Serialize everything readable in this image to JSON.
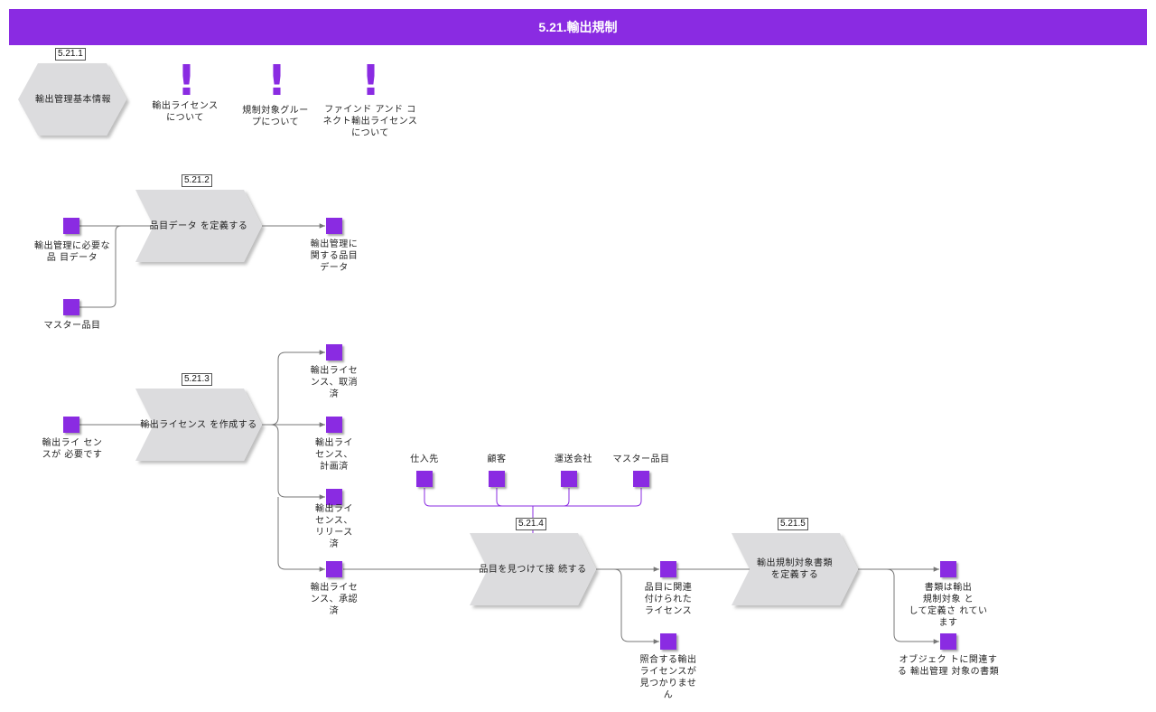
{
  "header": {
    "title": "5.21.輸出規制"
  },
  "tags": {
    "t1": "5.21.1",
    "t2": "5.21.2",
    "t3": "5.21.3",
    "t4": "5.21.4",
    "t5": "5.21.5"
  },
  "hexagon": {
    "label": "輸出管理基本情報"
  },
  "notes": {
    "n1": "輸出ライセンス\nについて",
    "n2": "規制対象グルー\nプについて",
    "n3": "ファインド アンド コ\nネクト輸出ライセンス\nについて"
  },
  "processes": {
    "p2": "品目データ を定義する",
    "p3": "輸出ライセンス を作成する",
    "p4": "品目を見つけて接 続する",
    "p5": "輸出規制対象書類\nを定義する"
  },
  "objects": {
    "o_in_p2_a": "輸出管理に必要な\n品 目データ",
    "o_in_p2_b": "マスター品目",
    "o_out_p2": "輸出管理に\n関する品目\nデータ",
    "o_in_p3": "輸出ライ セン\nスが 必要です",
    "o_out_p3_a": "輸出ライセ\nンス、取消\n済",
    "o_out_p3_b": "輸出ライ\nセンス、\n計画済",
    "o_out_p3_c": "輸出ライ\nセンス、\nリリース\n済",
    "o_out_p3_d": "輸出ライセ\nンス、承認\n済",
    "o_in_p4_a": "仕入先",
    "o_in_p4_b": "顧客",
    "o_in_p4_c": "運送会社",
    "o_in_p4_d": "マスター品目",
    "o_out_p4_a": "品目に関連\n付けられた\nライセンス",
    "o_out_p4_b": "照合する輸出\nライセンスが\n見つかりませ\nん",
    "o_out_p5_a": "書類は輸出\n規制対象 と\nして定義さ れてい\nます",
    "o_out_p5_b": "オブジェク トに関連す\nる 輸出管理 対象の書類"
  },
  "colors": {
    "accent": "#8a2be2",
    "shape_fill": "#dcdcde",
    "edge": "#777777"
  }
}
